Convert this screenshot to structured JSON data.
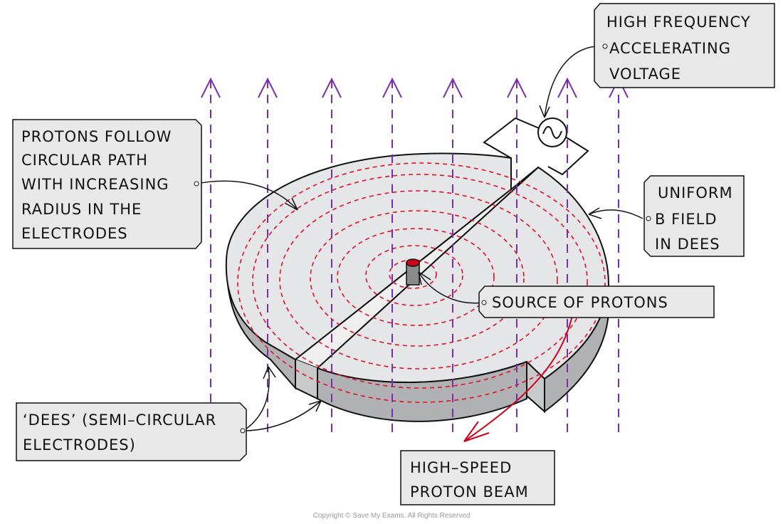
{
  "title": "Cyclotron",
  "labels": {
    "voltage": [
      "HIGH FREQUENCY",
      "ACCELERATING",
      "VOLTAGE"
    ],
    "path": [
      "PROTONS FOLLOW",
      "CIRCULAR PATH",
      "WITH INCREASING",
      "RADIUS IN THE",
      "ELECTRODES"
    ],
    "bfield": [
      "UNIFORM",
      "B FIELD",
      "IN DEES"
    ],
    "source": [
      "SOURCE OF PROTONS"
    ],
    "dees": [
      "‘DEES’ (SEMI–CIRCULAR",
      "ELECTRODES)"
    ],
    "beam": [
      "HIGH–SPEED",
      "PROTON BEAM"
    ]
  },
  "copyright": "Copyright © Save My Exams. All Rights Reserved",
  "field_line_count": 8,
  "path_ring_count": 7,
  "colors": {
    "field": "#7a2ea8",
    "path": "#e0102a",
    "dee_top": "#e4e6e8",
    "dee_side": "#b0b1b2",
    "label_bg": "#e8e8e8",
    "source": "#d0021b"
  },
  "icons": {
    "ac_source": "ac-voltage-source-icon"
  }
}
